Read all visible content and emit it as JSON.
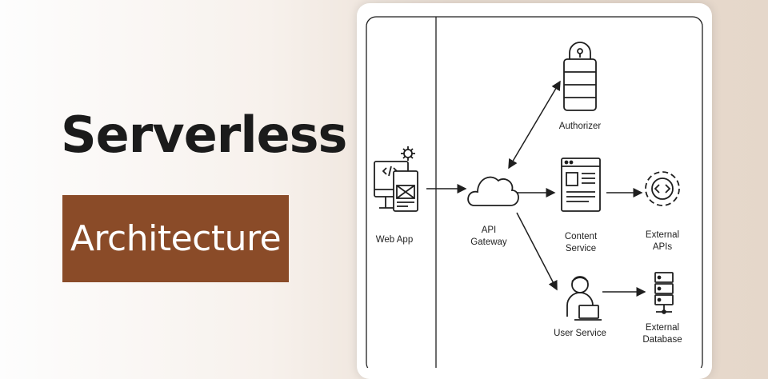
{
  "title": {
    "line1": "Serverless",
    "line2": "Architecture"
  },
  "colors": {
    "accent_box": "#8a4b28",
    "stroke": "#1f1f1f",
    "card_bg": "#ffffff"
  },
  "diagram": {
    "nodes": {
      "web_app": {
        "label": "Web App",
        "icon": "web-app-icon"
      },
      "api_gateway": {
        "label_line1": "API",
        "label_line2": "Gateway",
        "icon": "cloud-icon"
      },
      "authorizer": {
        "label": "Authorizer",
        "icon": "padlock-icon"
      },
      "content_service": {
        "label_line1": "Content",
        "label_line2": "Service",
        "icon": "document-icon"
      },
      "external_apis": {
        "label_line1": "External",
        "label_line2": "APIs",
        "icon": "gear-code-icon"
      },
      "user_service": {
        "label": "User Service",
        "icon": "user-laptop-icon"
      },
      "external_database": {
        "label_line1": "External",
        "label_line2": "Database",
        "icon": "server-rack-icon"
      }
    }
  }
}
